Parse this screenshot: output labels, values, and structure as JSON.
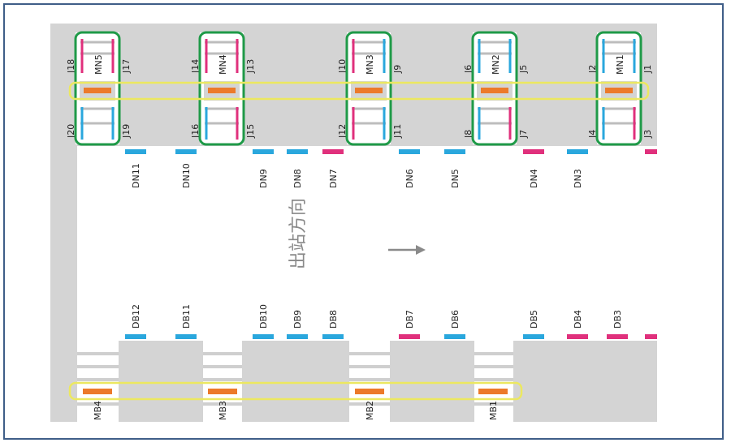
{
  "colors": {
    "platform": "#d4d4d4",
    "border": "#3f5e88",
    "green": "#1f9a48",
    "yellow": "#ece860",
    "orange": "#ec7a2a",
    "blue": "#2aa7dd",
    "magenta": "#e0307c",
    "track": "#ffffff"
  },
  "direction_label": "出站方向",
  "top_groups": [
    {
      "name": "MN5",
      "top_left": "J18",
      "top_right": "J17",
      "bottom_left": "J20",
      "bottom_right": "J19",
      "left_color": "#e0307c",
      "right_color": "#e0307c",
      "bl_color": "#2aa7dd",
      "br_color": "#2aa7dd"
    },
    {
      "name": "MN4",
      "top_left": "J14",
      "top_right": "J13",
      "bottom_left": "J16",
      "bottom_right": "J15",
      "left_color": "#e0307c",
      "right_color": "#e0307c",
      "bl_color": "#2aa7dd",
      "br_color": "#e0307c"
    },
    {
      "name": "MN3",
      "top_left": "J10",
      "top_right": "J9",
      "bottom_left": "J12",
      "bottom_right": "J11",
      "left_color": "#e0307c",
      "right_color": "#2aa7dd",
      "bl_color": "#e0307c",
      "br_color": "#2aa7dd"
    },
    {
      "name": "MN2",
      "top_left": "J6",
      "top_right": "J5",
      "bottom_left": "J8",
      "bottom_right": "J7",
      "left_color": "#2aa7dd",
      "right_color": "#2aa7dd",
      "bl_color": "#2aa7dd",
      "br_color": "#e0307c"
    },
    {
      "name": "MN1",
      "top_left": "J2",
      "top_right": "J1",
      "bottom_left": "J4",
      "bottom_right": "J3",
      "left_color": "#2aa7dd",
      "right_color": "#2aa7dd",
      "bl_color": "#2aa7dd",
      "br_color": "#e0307c"
    }
  ],
  "dn_markers": [
    {
      "label": "DN11",
      "color": "#2aa7dd"
    },
    {
      "label": "DN10",
      "color": "#2aa7dd"
    },
    {
      "label": "DN9",
      "color": "#2aa7dd"
    },
    {
      "label": "DN8",
      "color": "#2aa7dd"
    },
    {
      "label": "DN7",
      "color": "#e0307c"
    },
    {
      "label": "DN6",
      "color": "#2aa7dd"
    },
    {
      "label": "DN5",
      "color": "#2aa7dd"
    },
    {
      "label": "DN4",
      "color": "#e0307c"
    },
    {
      "label": "DN3",
      "color": "#2aa7dd"
    },
    {
      "label": "",
      "color": "#e0307c"
    }
  ],
  "db_markers": [
    {
      "label": "DB12",
      "color": "#2aa7dd"
    },
    {
      "label": "DB11",
      "color": "#2aa7dd"
    },
    {
      "label": "DB10",
      "color": "#2aa7dd"
    },
    {
      "label": "DB9",
      "color": "#2aa7dd"
    },
    {
      "label": "DB8",
      "color": "#2aa7dd"
    },
    {
      "label": "DB7",
      "color": "#e0307c"
    },
    {
      "label": "DB6",
      "color": "#2aa7dd"
    },
    {
      "label": "DB5",
      "color": "#2aa7dd"
    },
    {
      "label": "DB4",
      "color": "#e0307c"
    },
    {
      "label": "DB3",
      "color": "#e0307c"
    },
    {
      "label": "",
      "color": "#e0307c"
    }
  ],
  "bottom_groups": [
    {
      "name": "MB4"
    },
    {
      "name": "MB3"
    },
    {
      "name": "MB2"
    },
    {
      "name": "MB1"
    }
  ]
}
